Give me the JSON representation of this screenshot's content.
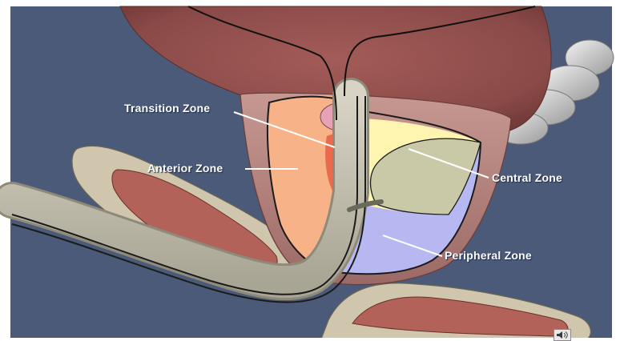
{
  "labels": {
    "transition": "Transition Zone",
    "anterior": "Anterior Zone",
    "central": "Central Zone",
    "peripheral": "Peripheral Zone"
  },
  "colors": {
    "background": "#4a5a78",
    "bladder": "#8a4a48",
    "capsule": "#b98a86",
    "anterior_zone": "#f7b287",
    "transition_zone": "#ea6a4c",
    "central_zone": "#fff4b0",
    "central_zone_lobe": "#c9c9a8",
    "peripheral_zone": "#b7b7f2",
    "urethra": "#d6cbbd",
    "muscle": "#b3625a"
  },
  "icons": {
    "audio": "speaker-icon"
  }
}
